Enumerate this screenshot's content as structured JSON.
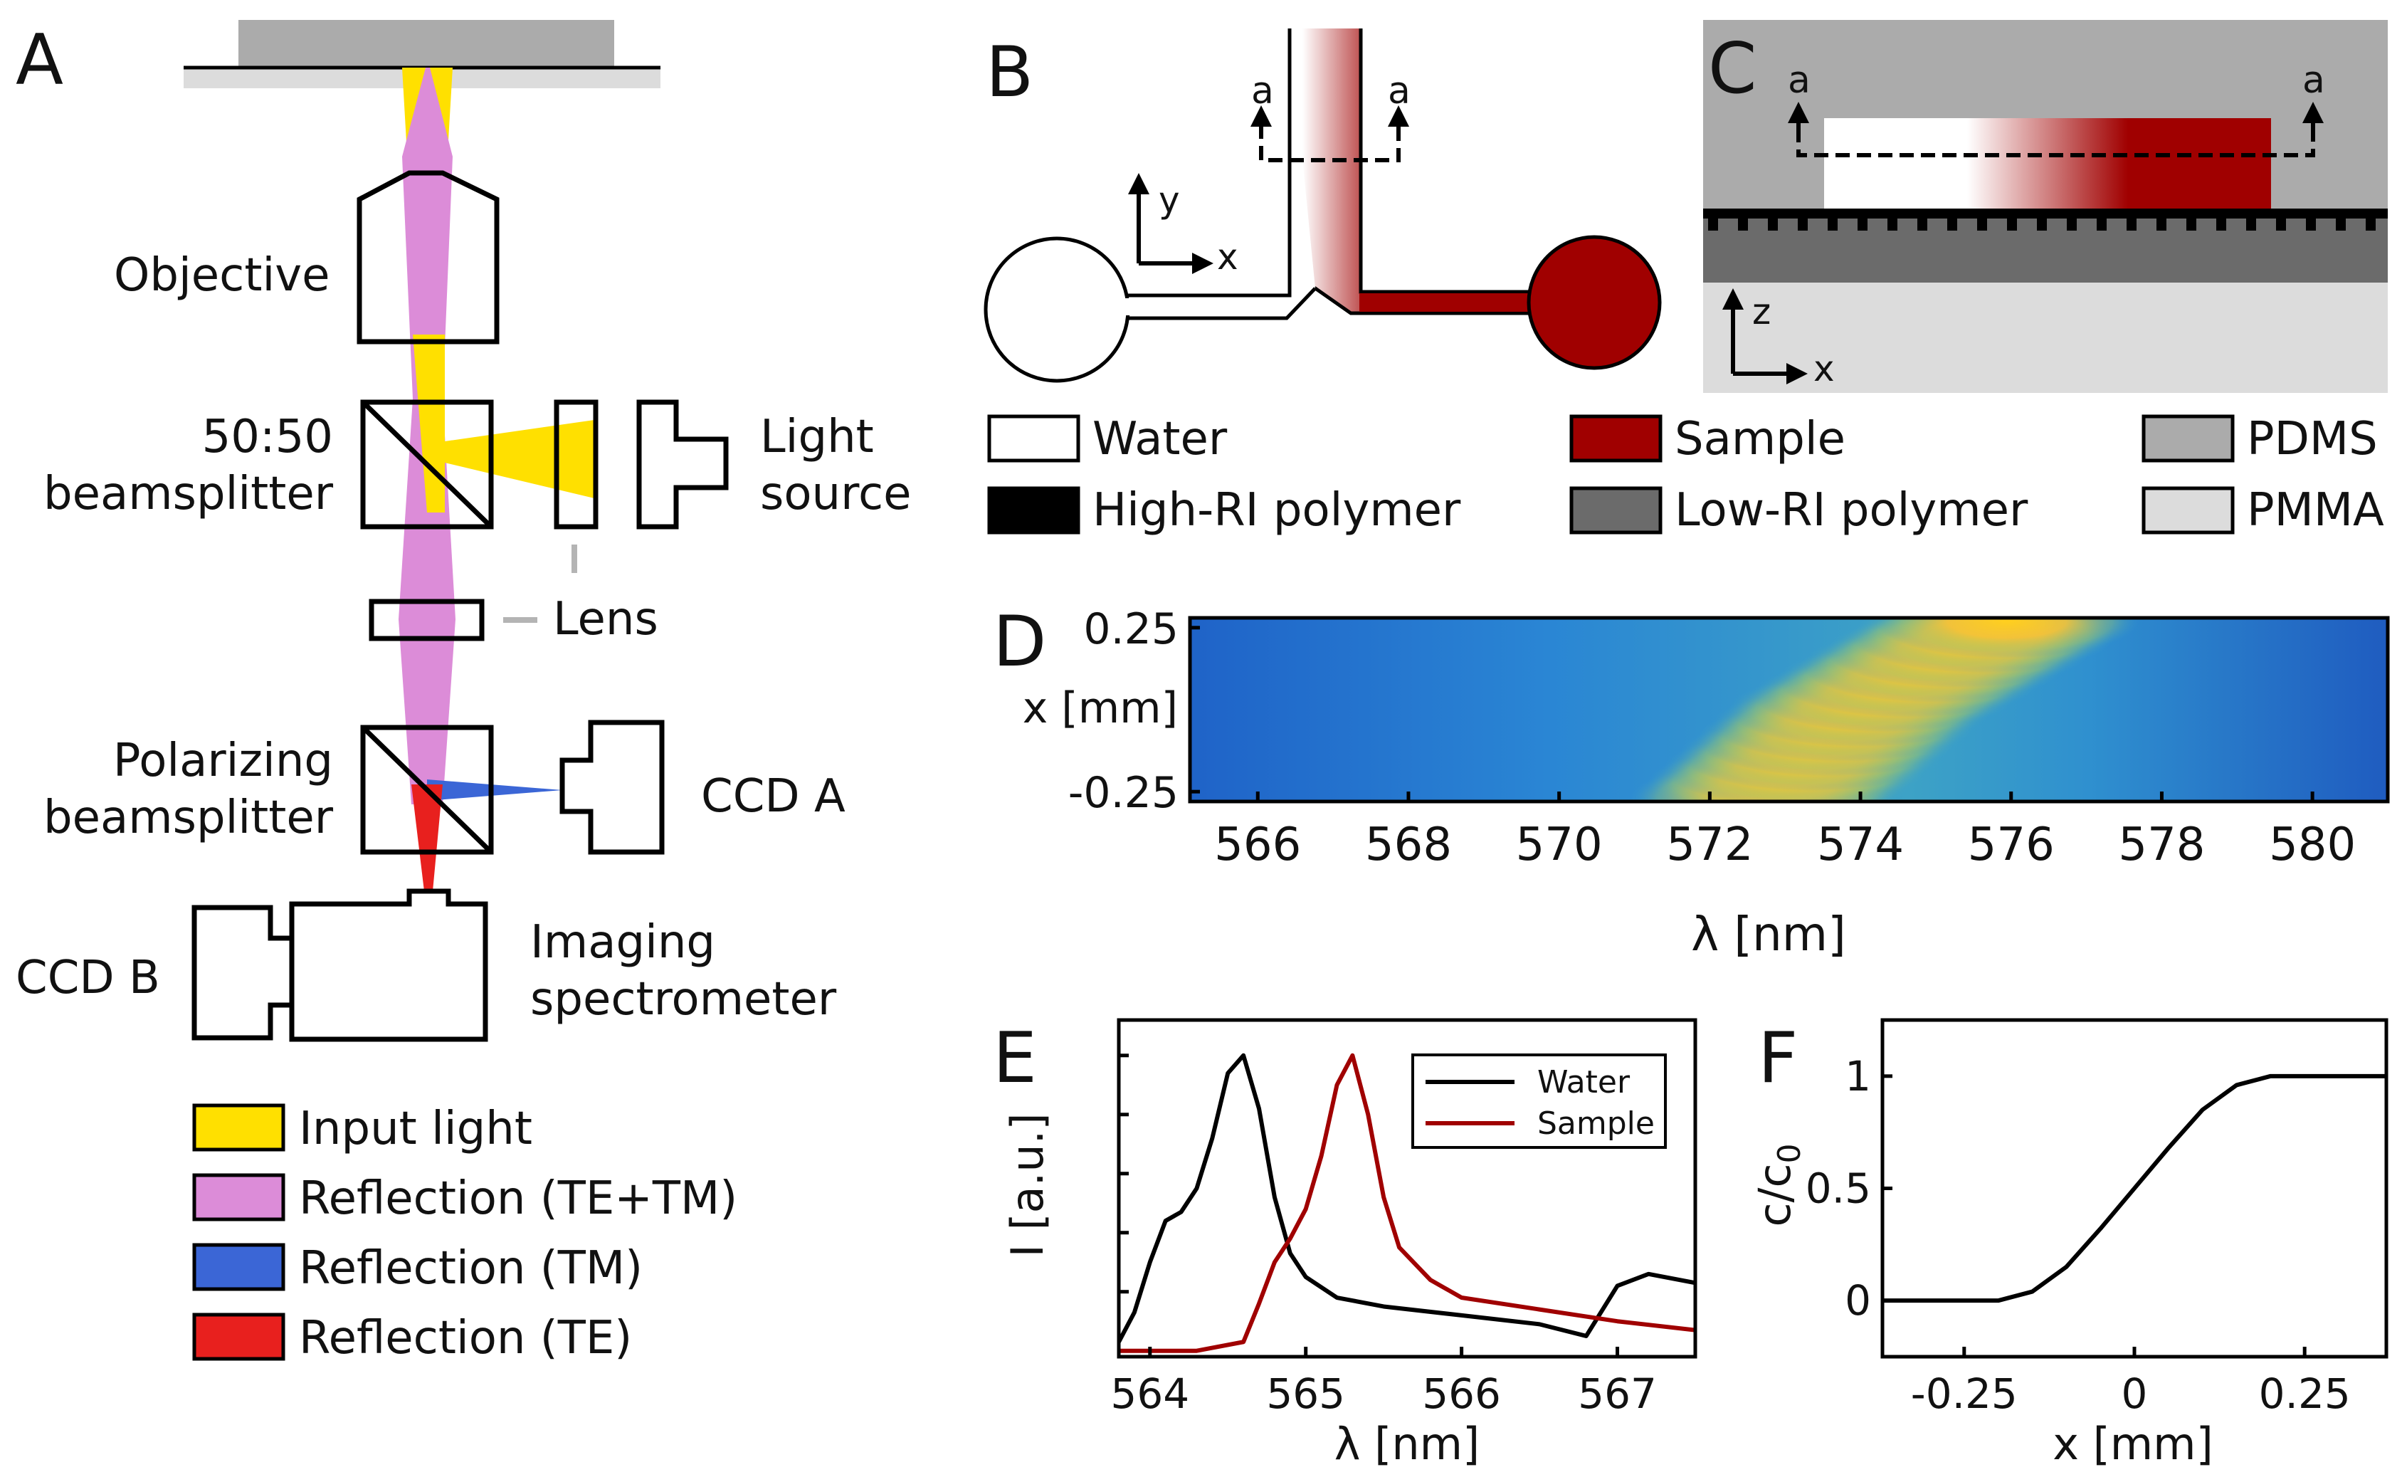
{
  "panels": {
    "a": "A",
    "b": "B",
    "c": "C",
    "d": "D",
    "e": "E",
    "f": "F"
  },
  "setup": {
    "objective": "Objective",
    "bs_line1": "50:50",
    "bs_line2": "beamsplitter",
    "light_line1": "Light",
    "light_line2": "source",
    "lens": "Lens",
    "pbs_line1": "Polarizing",
    "pbs_line2": "beamsplitter",
    "ccd_a": "CCD A",
    "ccd_b": "CCD B",
    "spec_line1": "Imaging",
    "spec_line2": "spectrometer"
  },
  "beam_legend": [
    {
      "label": "Input light",
      "color": "#FFE000"
    },
    {
      "label": "Reflection (TE+TM)",
      "color": "#DC8CD8"
    },
    {
      "label": "Reflection (TM)",
      "color": "#3B66D6"
    },
    {
      "label": "Reflection (TE)",
      "color": "#E8201E"
    }
  ],
  "chip": {
    "axis_y": "y",
    "axis_x": "x",
    "cut_a1": "a",
    "cut_a2": "a"
  },
  "cross": {
    "axis_z": "z",
    "axis_x": "x",
    "cut_a1": "a",
    "cut_a2": "a"
  },
  "material_legend": [
    {
      "label": "Water",
      "color": "#FFFFFF"
    },
    {
      "label": "Sample",
      "color": "#A00000"
    },
    {
      "label": "PDMS",
      "color": "#ABABAB"
    },
    {
      "label": "High-RI polymer",
      "color": "#000000"
    },
    {
      "label": "Low-RI polymer",
      "color": "#6B6B6B"
    },
    {
      "label": "PMMA",
      "color": "#DCDCDC"
    }
  ],
  "colors": {
    "sample": "#A00000",
    "pdms": "#ABABAB",
    "low_ri": "#6B6B6B",
    "pmma": "#DCDCDC"
  },
  "chart_data": [
    {
      "panel": "D",
      "type": "heatmap",
      "xlabel": "λ [nm]",
      "ylabel": "x [mm]",
      "xlim": [
        565.1,
        581.0
      ],
      "ylim": [
        -0.28,
        0.28
      ],
      "x_ticks": [
        566,
        568,
        570,
        572,
        574,
        576,
        578,
        580
      ],
      "x_tick_labels": [
        "566",
        "568",
        "570",
        "572",
        "574",
        "576",
        "578",
        "580"
      ],
      "y_ticks": [
        0.25,
        -0.25
      ],
      "y_tick_labels": [
        "0.25",
        "-0.25"
      ],
      "peak_wavelength": [
        {
          "x": -0.25,
          "lambda": 572.8
        },
        {
          "x": 0.0,
          "lambda": 574.0
        },
        {
          "x": 0.25,
          "lambda": 575.8
        }
      ]
    },
    {
      "panel": "E",
      "type": "line",
      "xlabel": "λ [nm]",
      "ylabel": "I [a.u.]",
      "xlim": [
        563.8,
        567.5
      ],
      "ylim": [
        0,
        1
      ],
      "x_ticks": [
        564,
        565,
        566,
        567
      ],
      "x_tick_labels": [
        "564",
        "565",
        "566",
        "567"
      ],
      "legend_position": "top-right",
      "series": [
        {
          "name": "Water",
          "color": "#000000",
          "x": [
            563.8,
            563.9,
            564.0,
            564.1,
            564.2,
            564.3,
            564.4,
            564.5,
            564.6,
            564.7,
            564.8,
            564.9,
            565.0,
            565.2,
            565.5,
            566.0,
            566.5,
            566.8,
            567.0,
            567.2,
            567.5
          ],
          "y": [
            0.03,
            0.13,
            0.3,
            0.44,
            0.47,
            0.55,
            0.72,
            0.94,
            1.0,
            0.82,
            0.52,
            0.33,
            0.25,
            0.18,
            0.15,
            0.12,
            0.09,
            0.05,
            0.22,
            0.26,
            0.23
          ]
        },
        {
          "name": "Sample",
          "color": "#A00000",
          "x": [
            563.8,
            564.3,
            564.6,
            564.7,
            564.8,
            564.9,
            565.0,
            565.1,
            565.2,
            565.3,
            565.4,
            565.5,
            565.6,
            565.8,
            566.0,
            566.5,
            567.0,
            567.5
          ],
          "y": [
            0.0,
            0.0,
            0.03,
            0.16,
            0.3,
            0.38,
            0.48,
            0.66,
            0.9,
            1.0,
            0.8,
            0.52,
            0.35,
            0.24,
            0.18,
            0.14,
            0.1,
            0.07
          ]
        }
      ]
    },
    {
      "panel": "F",
      "type": "line",
      "xlabel": "x [mm]",
      "ylabel": "c/c",
      "ylabel_sub": "0",
      "xlim": [
        -0.37,
        0.37
      ],
      "ylim": [
        -0.25,
        1.25
      ],
      "x_ticks": [
        -0.25,
        0,
        0.25
      ],
      "x_tick_labels": [
        "-0.25",
        "0",
        "0.25"
      ],
      "y_ticks": [
        0,
        0.5,
        1
      ],
      "y_tick_labels": [
        "0",
        "0.5",
        "1"
      ],
      "series": [
        {
          "x": [
            -0.37,
            -0.2,
            -0.15,
            -0.1,
            -0.05,
            0.0,
            0.05,
            0.1,
            0.15,
            0.2,
            0.37
          ],
          "y": [
            0,
            0,
            0.04,
            0.15,
            0.32,
            0.5,
            0.68,
            0.85,
            0.96,
            1.0,
            1.0
          ]
        }
      ]
    }
  ]
}
